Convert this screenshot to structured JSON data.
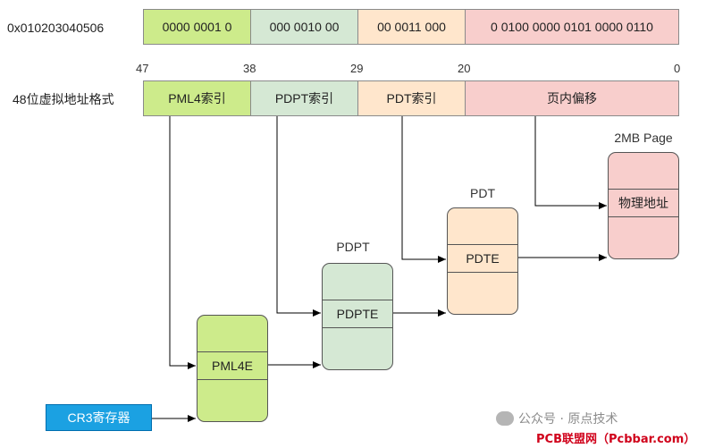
{
  "hex_value": "0x010203040506",
  "binary_fields": [
    {
      "text": "0000 0001 0"
    },
    {
      "text": "000 0010 00"
    },
    {
      "text": "00 0011 000"
    },
    {
      "text": "0 0100 0000 0101 0000 0110"
    }
  ],
  "bit_positions": [
    "47",
    "38",
    "29",
    "20",
    "0"
  ],
  "address_label": "48位虚拟地址格式",
  "address_fields": [
    {
      "text": "PML4索引"
    },
    {
      "text": "PDPT索引"
    },
    {
      "text": "PDT索引"
    },
    {
      "text": "页内偏移"
    }
  ],
  "tables": {
    "pml4": {
      "entry": "PML4E"
    },
    "pdpt": {
      "title": "PDPT",
      "entry": "PDPTE"
    },
    "pdt": {
      "title": "PDT",
      "entry": "PDTE"
    },
    "page": {
      "title": "2MB Page",
      "entry": "物理地址"
    }
  },
  "cr3_label": "CR3寄存器",
  "watermark": {
    "line1": "公众号 · 原点技术",
    "line2": "PCB联盟网（Pcbbar.com）"
  }
}
